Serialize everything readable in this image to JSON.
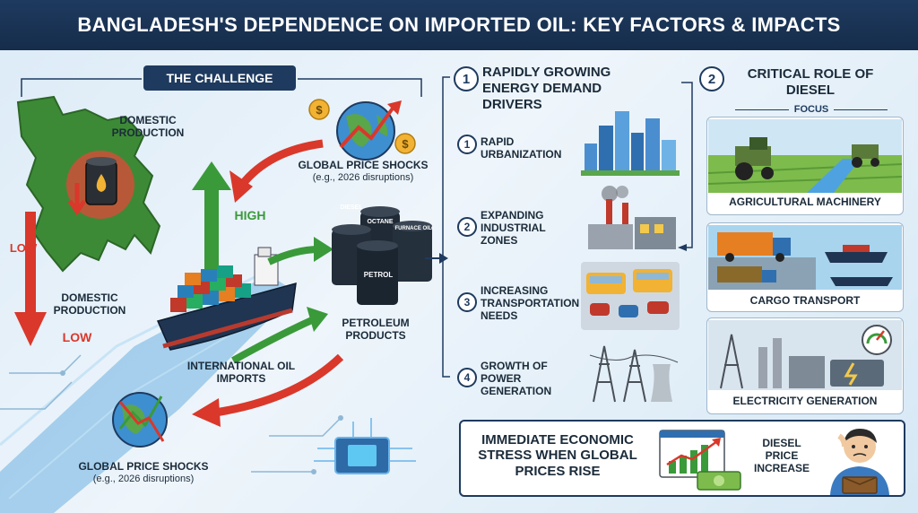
{
  "header": {
    "title": "BANGLADESH'S DEPENDENCE ON IMPORTED OIL: KEY FACTORS & IMPACTS"
  },
  "challenge": {
    "tab_label": "THE CHALLENGE",
    "domestic_production_top": "DOMESTIC PRODUCTION",
    "domestic_production_bottom": "DOMESTIC PRODUCTION",
    "low_1": "LOW",
    "low_2": "LOW",
    "high": "HIGH",
    "global_shocks_top": {
      "title": "GLOBAL PRICE SHOCKS",
      "note": "(e.g., 2026 disruptions)"
    },
    "global_shocks_bottom": {
      "title": "GLOBAL PRICE SHOCKS",
      "note": "(e.g., 2026 disruptions)"
    },
    "international_imports": "INTERNATIONAL OIL IMPORTS",
    "petroleum_products": "PETROLEUM PRODUCTS",
    "barrels": {
      "diesel": "DIESEL",
      "octane": "OCTANE",
      "furnace": "FURNACE OIL",
      "petrol": "PETROL"
    }
  },
  "demand": {
    "number": "1",
    "title": "RAPIDLY GROWING ENERGY DEMAND DRIVERS",
    "items": [
      {
        "num": "1",
        "label": "RAPID URBANIZATION"
      },
      {
        "num": "2",
        "label": "EXPANDING INDUSTRIAL ZONES"
      },
      {
        "num": "3",
        "label": "INCREASING TRANSPORTATION NEEDS"
      },
      {
        "num": "4",
        "label": "GROWTH OF POWER GENERATION"
      }
    ]
  },
  "diesel": {
    "number": "2",
    "title": "CRITICAL ROLE OF DIESEL",
    "focus": "FOCUS",
    "items": [
      {
        "label": "AGRICULTURAL MACHINERY"
      },
      {
        "label": "CARGO TRANSPORT"
      },
      {
        "label": "ELECTRICITY GENERATION"
      }
    ]
  },
  "stress": {
    "title": "IMMEDIATE ECONOMIC STRESS WHEN GLOBAL PRICES RISE",
    "diesel_increase": "DIESEL PRICE INCREASE"
  },
  "colors": {
    "navy": "#1e3a5f",
    "red": "#d9382b",
    "green": "#3a9a3a",
    "map_green": "#3d8a36"
  }
}
